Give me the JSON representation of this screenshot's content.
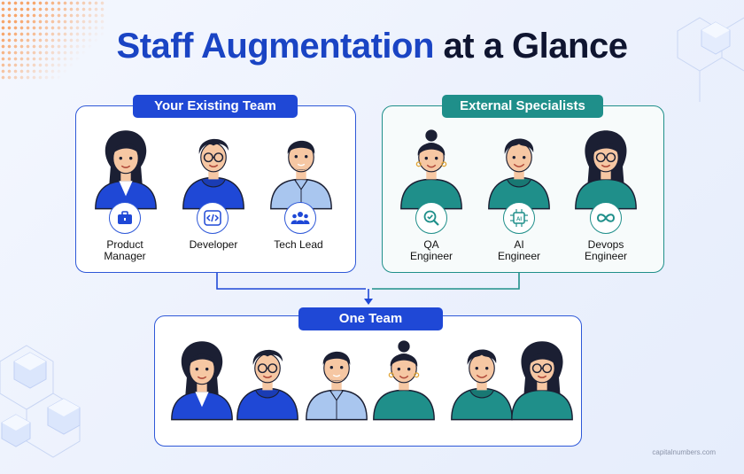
{
  "title": {
    "accent": "Staff Augmentation",
    "rest": " at a Glance"
  },
  "existing_team": {
    "title": "Your Existing Team",
    "members": [
      {
        "role": "Product Manager",
        "icon": "briefcase-icon"
      },
      {
        "role": "Developer",
        "icon": "code-icon"
      },
      {
        "role": "Tech Lead",
        "icon": "team-icon"
      }
    ]
  },
  "external_specialists": {
    "title": "External Specialists",
    "members": [
      {
        "line1": "QA",
        "line2": "Engineer",
        "icon": "magnifier-check-icon"
      },
      {
        "line1": "AI",
        "line2": "Engineer",
        "icon": "ai-chip-icon"
      },
      {
        "line1": "Devops",
        "line2": "Engineer",
        "icon": "infinity-icon"
      }
    ]
  },
  "one_team": {
    "title": "One Team"
  },
  "watermark": "capitalnumbers.com",
  "colors": {
    "accent_blue": "#1f48d6",
    "teal": "#1f8f8a",
    "title_dark": "#0f1530",
    "skin": "#f6c7a3",
    "hair": "#1b1f33"
  }
}
